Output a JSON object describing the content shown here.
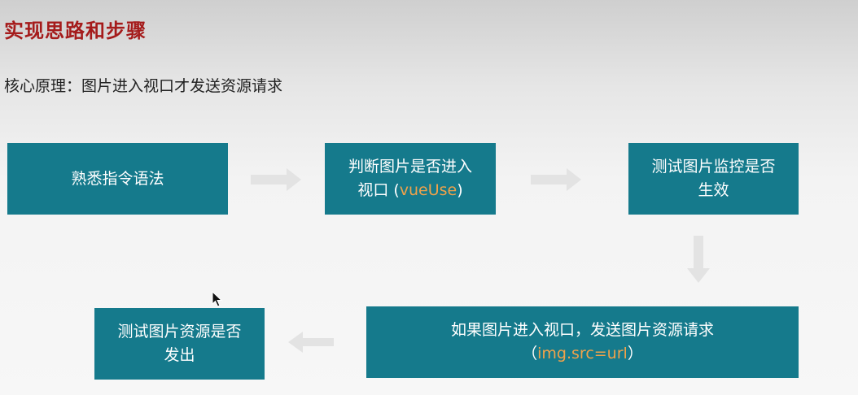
{
  "title": "实现思路和步骤",
  "principle": "核心原理：图片进入视口才发送资源请求",
  "steps": {
    "step1": {
      "label": "熟悉指令语法"
    },
    "step2": {
      "line1": "判断图片是否进入",
      "line2_prefix": "视口 (",
      "line2_accent": "vueUse",
      "line2_suffix": ")"
    },
    "step3": {
      "line1": "测试图片监控是否",
      "line2": "生效"
    },
    "step4": {
      "line1": "如果图片进入视口，发送图片资源请求",
      "line2_prefix": "（",
      "line2_accent": "img.src=url",
      "line2_suffix": "）"
    },
    "step5": {
      "line1": "测试图片资源是否",
      "line2": "发出"
    }
  },
  "colors": {
    "box": "#157a8c",
    "accent": "#f0a24a",
    "title": "#a51b1b",
    "arrow": "#e3e3e3"
  },
  "icons": {
    "arrow": "arrow-icon",
    "cursor": "mouse-cursor-icon"
  }
}
